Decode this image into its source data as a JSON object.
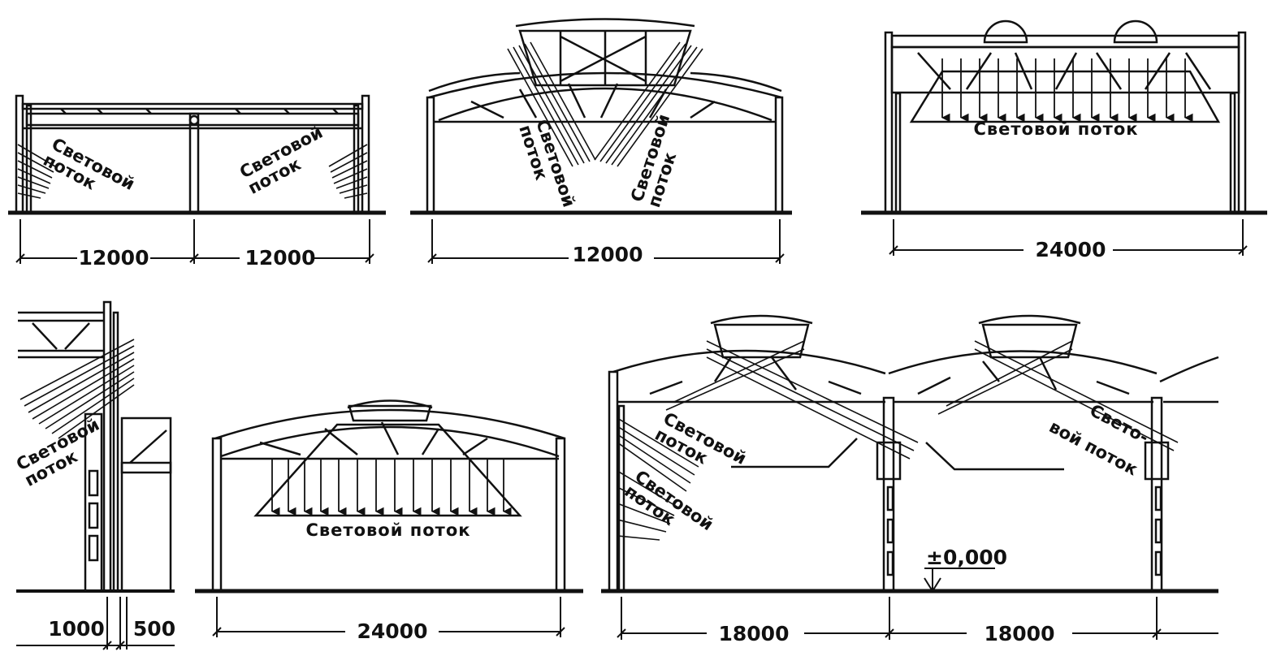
{
  "colors": {
    "ink": "#111111",
    "paper": "#ffffff"
  },
  "label_light_flow": "Световой поток",
  "panels": [
    {
      "id": "a",
      "labels": [
        "Световой поток",
        "Световой поток"
      ],
      "dimensions": [
        "12000",
        "12000"
      ]
    },
    {
      "id": "b",
      "labels": [
        "Световой поток",
        "Световой поток"
      ],
      "dimensions": [
        "12000"
      ]
    },
    {
      "id": "c",
      "labels": [
        "Световой поток"
      ],
      "dimensions": [
        "24000"
      ]
    },
    {
      "id": "d",
      "labels": [
        "Световой поток"
      ],
      "dimensions": [
        "1000",
        "500"
      ]
    },
    {
      "id": "e",
      "labels": [
        "Световой поток"
      ],
      "dimensions": [
        "24000"
      ]
    },
    {
      "id": "f",
      "labels": [
        "Световой поток",
        "Световой поток",
        "Свето-",
        "вой поток"
      ],
      "dimensions": [
        "18000",
        "18000"
      ],
      "level_mark": "±0,000"
    }
  ]
}
